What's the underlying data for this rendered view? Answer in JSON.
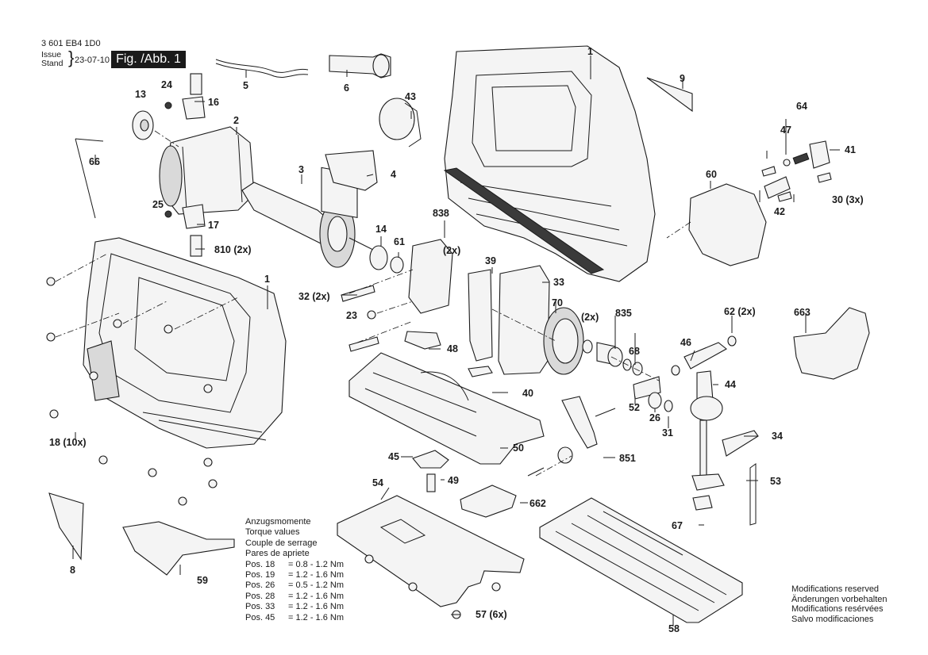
{
  "header": {
    "part_code": "3 601 EB4 1D0",
    "issue_label": "Issue",
    "stand_label": "Stand",
    "date": "23-07-10",
    "figure_label": "Fig. /Abb. 1"
  },
  "part_labels": {
    "p1_housing_right": "1",
    "p1_housing_left": "1",
    "p2": "2",
    "p3": "3",
    "p4": "4",
    "p5": "5",
    "p6": "6",
    "p8": "8",
    "p9": "9",
    "p13": "13",
    "p14": "14",
    "p16": "16",
    "p17": "17",
    "p18": "18 (10x)",
    "p23": "23",
    "p24": "24",
    "p25": "25",
    "p26": "26",
    "p30": "30 (3x)",
    "p31": "31",
    "p32": "32 (2x)",
    "p33": "33",
    "p34": "34",
    "p39": "39",
    "p40": "40",
    "p41": "41",
    "p42": "42",
    "p43": "43",
    "p44": "44",
    "p45": "45",
    "p46": "46",
    "p47": "47",
    "p48": "48",
    "p49": "49",
    "p50": "50",
    "p52": "52",
    "p53": "53",
    "p54": "54",
    "p57": "57 (6x)",
    "p58": "58",
    "p59": "59",
    "p60": "60",
    "p61": "61",
    "p62": "62 (2x)",
    "p64": "64",
    "p66": "66",
    "p67": "67",
    "p68": "68",
    "p70": "70",
    "p662": "662",
    "p663": "663",
    "p810": "810 (2x)",
    "p835": "835",
    "p835_qty": "(2x)",
    "p838": "838",
    "p838_qty": "(2x)",
    "p851": "851"
  },
  "torque": {
    "titles": [
      "Anzugsmomente",
      "Torque values",
      "Couple de serrage",
      "Pares de apriete"
    ],
    "rows": [
      {
        "pos": "Pos. 18",
        "value": "= 0.8 - 1.2 Nm"
      },
      {
        "pos": "Pos. 19",
        "value": "= 1.2 - 1.6 Nm"
      },
      {
        "pos": "Pos. 26",
        "value": "= 0.5 - 1.2 Nm"
      },
      {
        "pos": "Pos. 28",
        "value": "= 1.2 - 1.6 Nm"
      },
      {
        "pos": "Pos. 33",
        "value": "= 1.2 - 1.6 Nm"
      },
      {
        "pos": "Pos. 45",
        "value": "= 1.2 - 1.6 Nm"
      }
    ]
  },
  "modifications": [
    "Modifications reserved",
    "Änderungen vorbehalten",
    "Modifications resérvées",
    "Salvo modificaciones"
  ]
}
